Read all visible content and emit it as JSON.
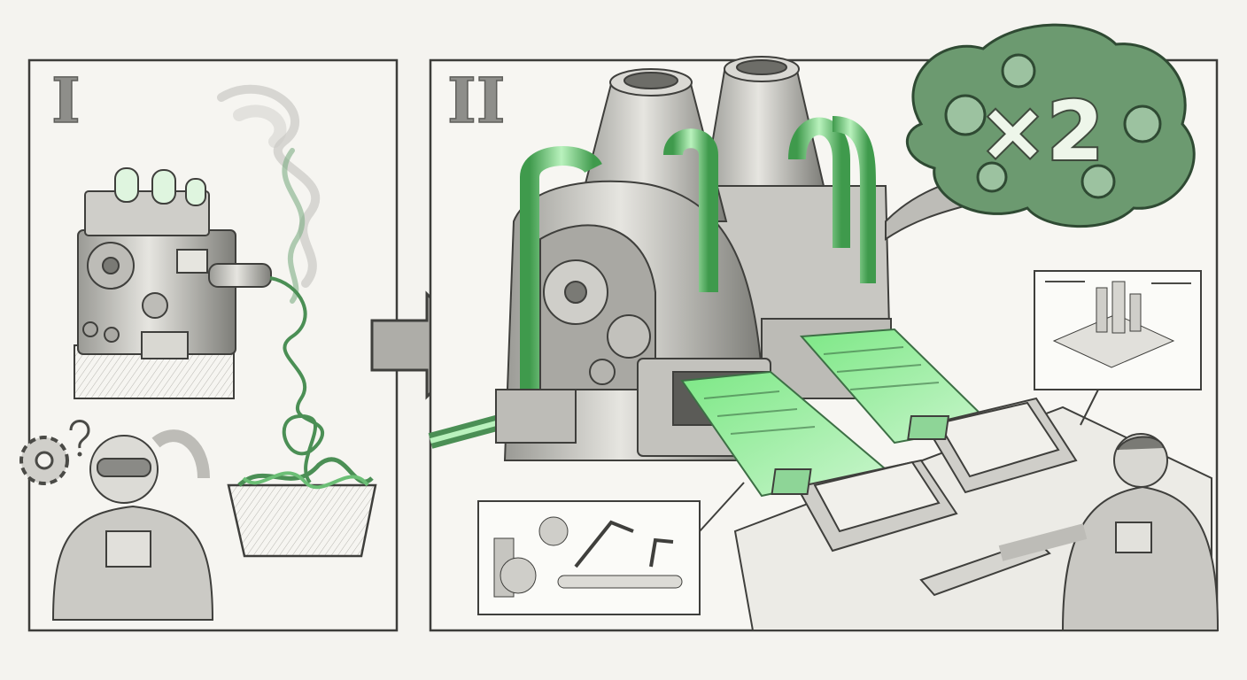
{
  "panels": {
    "first": {
      "numeral": "I"
    },
    "second": {
      "numeral": "II"
    }
  },
  "brain_badge": {
    "text": "×2"
  },
  "colors": {
    "paper": "#f4f3ef",
    "pencil": "#4a4a46",
    "accent_green": "#6fd97a",
    "dark_green": "#3f7a4a"
  },
  "icons": [
    "gear-question-icon",
    "process-arrow-icon",
    "brain-gears-icon",
    "factory-conveyor-icon",
    "city-blueprint-icon"
  ]
}
